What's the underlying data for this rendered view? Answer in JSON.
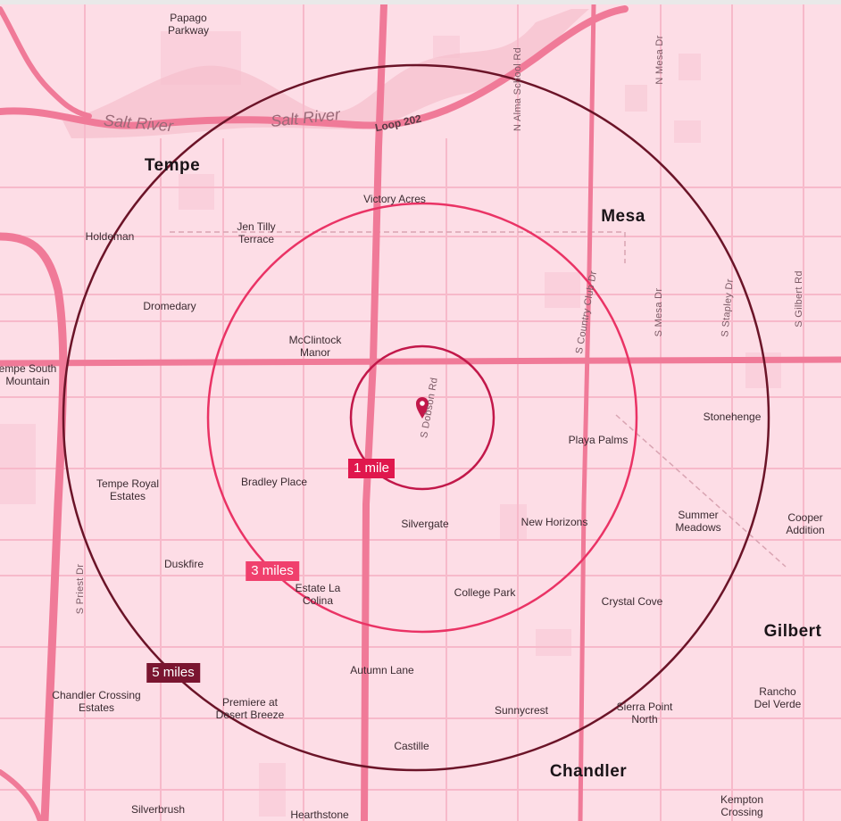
{
  "colors": {
    "background": "#fddde6",
    "major_road": "#f07a98",
    "minor_road": "#f7b7c8",
    "ring_1": "#c2184a",
    "ring_3": "#ea3365",
    "ring_5": "#6b1428"
  },
  "marker": {
    "icon": "location-pin-icon",
    "color": "#c2184a"
  },
  "rings": [
    {
      "label": "1 mile",
      "color": "#e0174d"
    },
    {
      "label": "3 miles",
      "color": "#f0406d"
    },
    {
      "label": "5 miles",
      "color": "#7a1530"
    }
  ],
  "cities": [
    "Tempe",
    "Mesa",
    "Gilbert",
    "Chandler"
  ],
  "rivers": [
    "Salt River",
    "Salt River"
  ],
  "highways": [
    "Loop 202"
  ],
  "streets": [
    "N Alma School Rd",
    "N Mesa Dr",
    "S Country Club Dr",
    "S Mesa Dr",
    "S Stapley Dr",
    "S Gilbert Rd",
    "S Priest Dr",
    "S Dobson Rd"
  ],
  "places": [
    "Papago\nParkway",
    "Victory Acres",
    "Jen Tilly\nTerrace",
    "Holdeman",
    "Dromedary",
    "McClintock\nManor",
    "empe South\nMountain",
    "Stonehenge",
    "Playa Palms",
    "Tempe Royal\nEstates",
    "Bradley Place",
    "Silvergate",
    "New Horizons",
    "Summer\nMeadows",
    "Cooper\nAddition",
    "Duskfire",
    "Estate La\nColina",
    "College Park",
    "Crystal Cove",
    "Autumn Lane",
    "Chandler Crossing\nEstates",
    "Premiere at\nDesert Breeze",
    "Sunnycrest",
    "Sierra Point\nNorth",
    "Rancho\nDel Verde",
    "Castille",
    "Silverbrush",
    "Hearthstone",
    "Kempton\nCrossing"
  ]
}
